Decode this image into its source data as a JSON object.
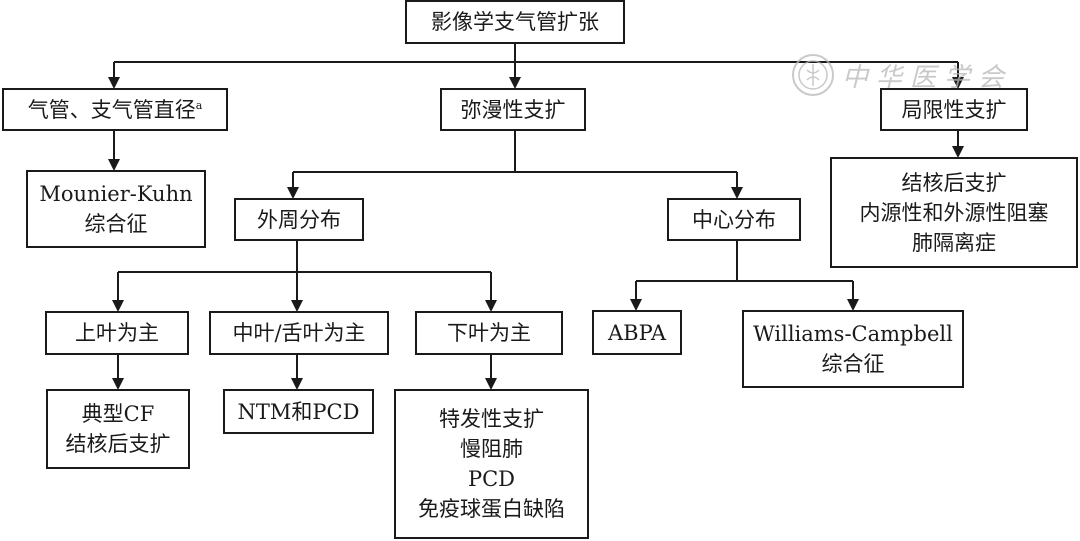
{
  "nodes": {
    "root": "影像学支气管扩张",
    "trachea": "气管、支气管直径",
    "trachea_sup": "a",
    "diffuse": "弥漫性支扩",
    "localized": "局限性支扩",
    "mounier": [
      "Mounier-Kuhn",
      "综合征"
    ],
    "localized_causes": [
      "结核后支扩",
      "内源性和外源性阻塞",
      "肺隔离症"
    ],
    "peripheral": "外周分布",
    "central": "中心分布",
    "upper": "上叶为主",
    "middle": "中叶/舌叶为主",
    "lower": "下叶为主",
    "abpa": "ABPA",
    "williams": [
      "Williams-Campbell",
      "综合征"
    ],
    "upper_causes": [
      "典型CF",
      "结核后支扩"
    ],
    "middle_causes": "NTM和PCD",
    "lower_causes": [
      "特发性支扩",
      "慢阻肺",
      "PCD",
      "免疫球蛋白缺陷"
    ]
  },
  "watermark": {
    "text": "中华医学会",
    "icon": "society-seal-icon"
  }
}
